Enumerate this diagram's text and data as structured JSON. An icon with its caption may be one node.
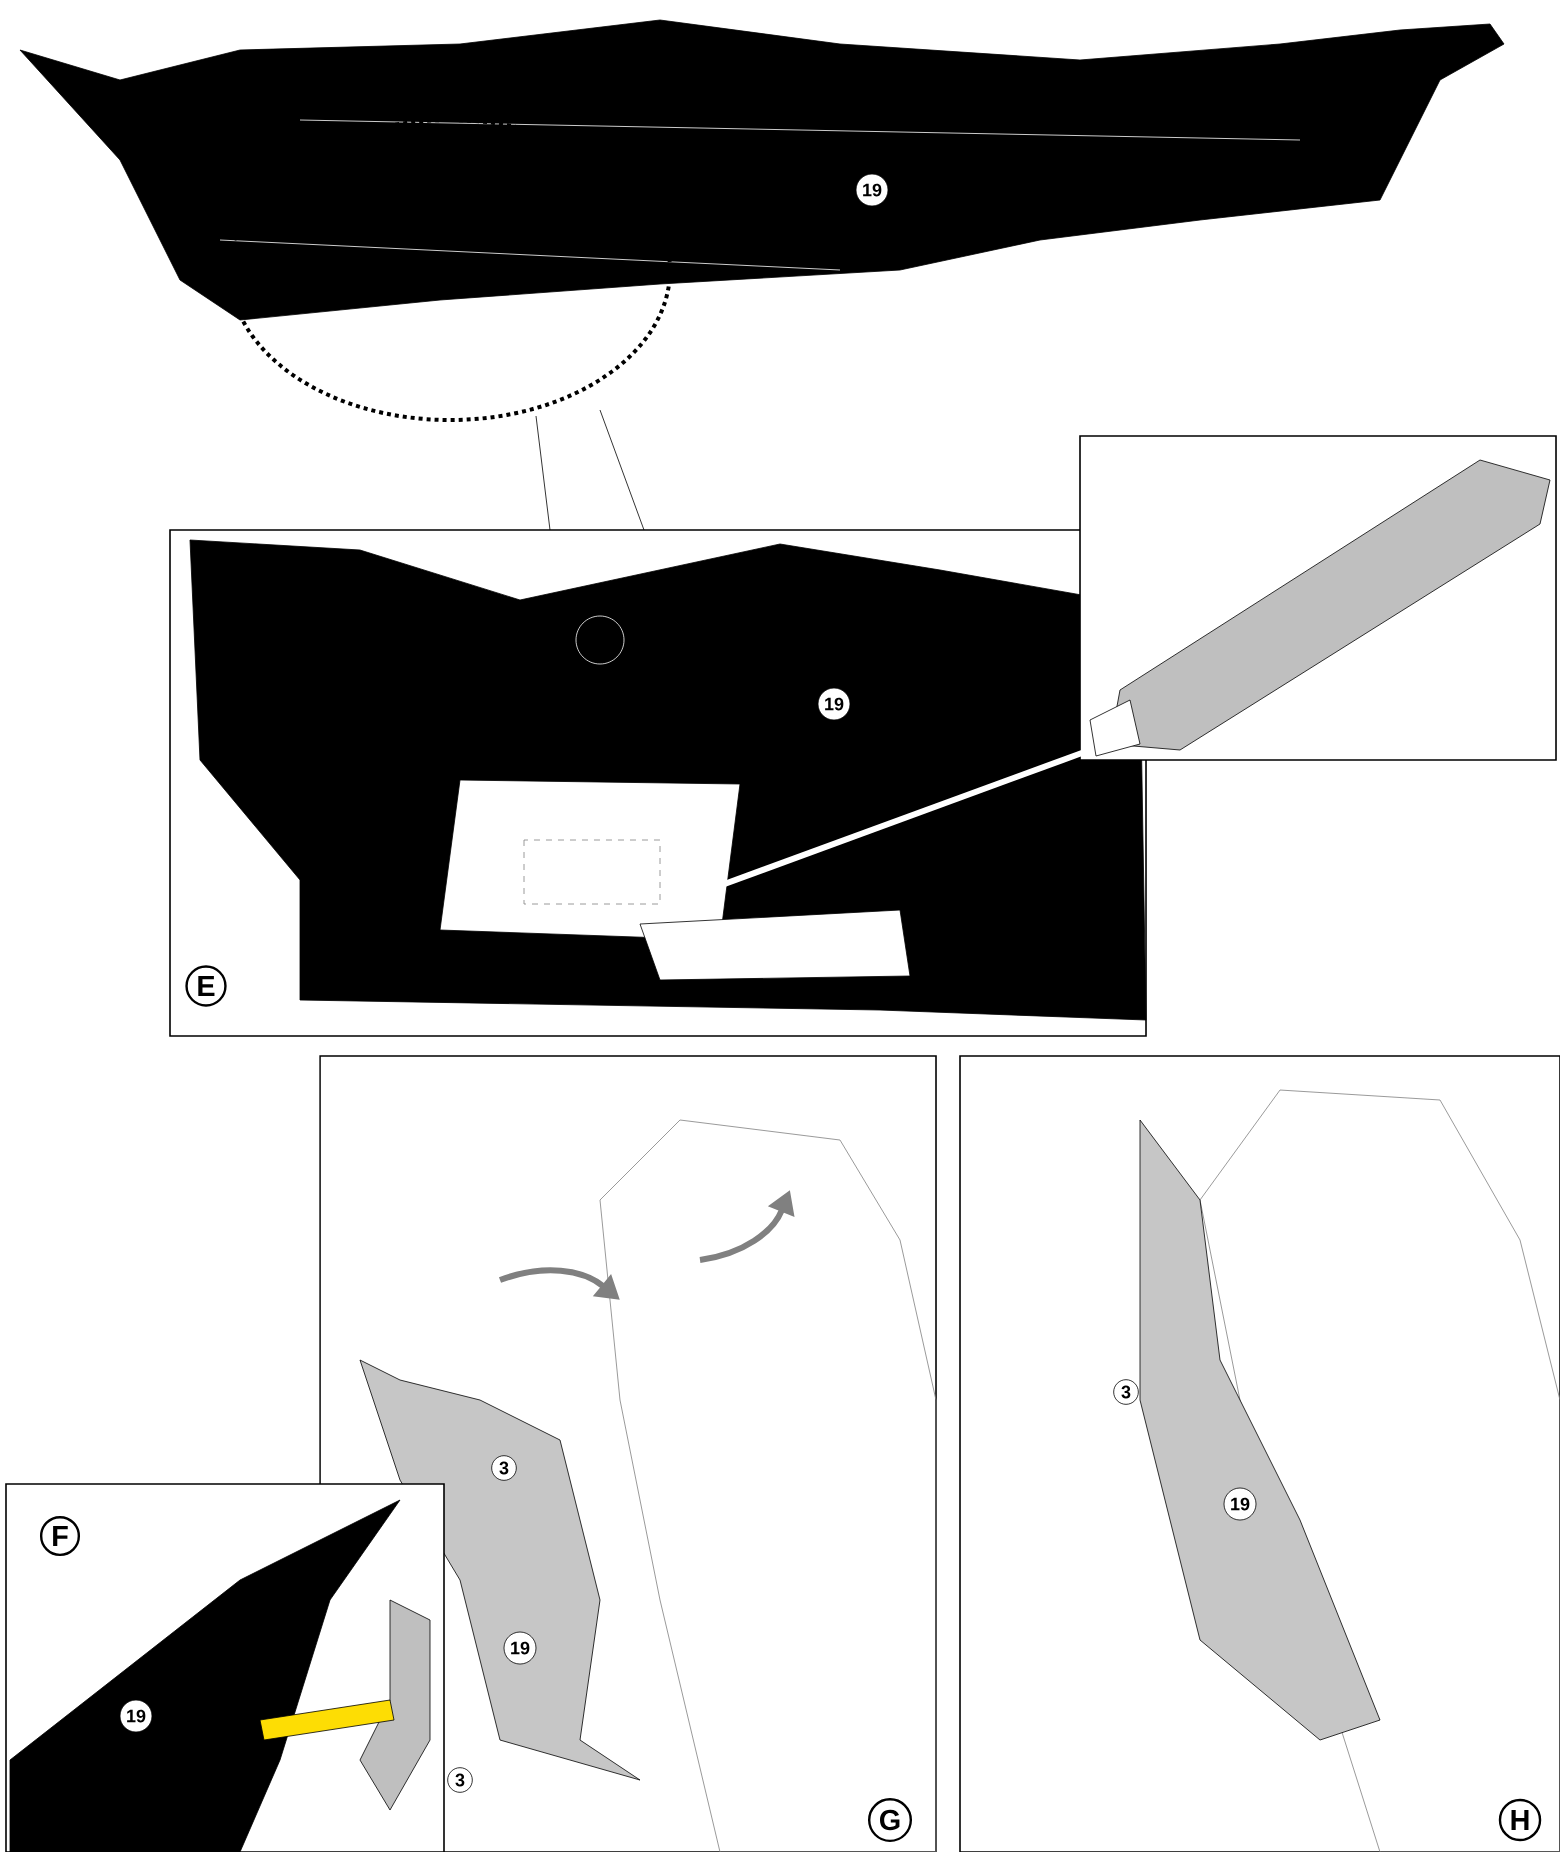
{
  "diagram": {
    "labels": [
      "19",
      "19",
      "E",
      "3",
      "19",
      "F",
      "19",
      "3",
      "G",
      "3",
      "19",
      "H"
    ]
  }
}
